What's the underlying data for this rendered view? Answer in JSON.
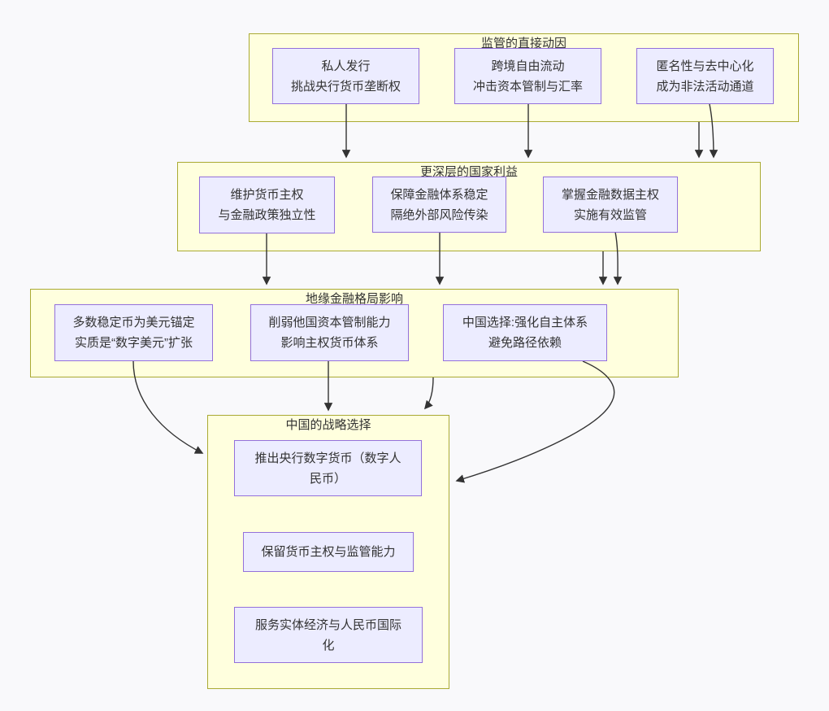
{
  "diagram": {
    "type": "flowchart-top-down",
    "colors": {
      "background": "#f9f9fb",
      "cluster_fill": "#ffffde",
      "cluster_border": "#aaaa33",
      "node_fill": "#ececff",
      "node_border": "#9370db",
      "edge": "#333333",
      "text": "#333333"
    },
    "groups": [
      {
        "id": "g1",
        "title": "监管的直接动因"
      },
      {
        "id": "g2",
        "title": "更深层的国家利益"
      },
      {
        "id": "g3",
        "title": "地缘金融格局影响"
      },
      {
        "id": "g4",
        "title": "中国的战略选择"
      }
    ],
    "nodes": [
      {
        "id": "a1",
        "group": "g1",
        "lines": [
          "私人发行",
          "挑战央行货币垄断权"
        ]
      },
      {
        "id": "a2",
        "group": "g1",
        "lines": [
          "跨境自由流动",
          "冲击资本管制与汇率"
        ]
      },
      {
        "id": "a3",
        "group": "g1",
        "lines": [
          "匿名性与去中心化",
          "成为非法活动通道"
        ]
      },
      {
        "id": "b1",
        "group": "g2",
        "lines": [
          "维护货币主权",
          "与金融政策独立性"
        ]
      },
      {
        "id": "b2",
        "group": "g2",
        "lines": [
          "保障金融体系稳定",
          "隔绝外部风险传染"
        ]
      },
      {
        "id": "b3",
        "group": "g2",
        "lines": [
          "掌握金融数据主权",
          "实施有效监管"
        ]
      },
      {
        "id": "c1",
        "group": "g3",
        "lines": [
          "多数稳定币为美元锚定",
          "实质是“数字美元”扩张"
        ]
      },
      {
        "id": "c2",
        "group": "g3",
        "lines": [
          "削弱他国资本管制能力",
          "影响主权货币体系"
        ]
      },
      {
        "id": "c3",
        "group": "g3",
        "lines": [
          "中国选择:强化自主体系",
          "避免路径依赖"
        ]
      },
      {
        "id": "d1",
        "group": "g4",
        "lines": [
          "推出央行数字货币（数字人",
          "民币）"
        ]
      },
      {
        "id": "d2",
        "group": "g4",
        "lines": [
          "保留货币主权与监管能力"
        ]
      },
      {
        "id": "d3",
        "group": "g4",
        "lines": [
          "服务实体经济与人民币国际",
          "化"
        ]
      }
    ],
    "edges": [
      {
        "from": "私人发行 挑战央行货币垄断权",
        "to": "更深层的国家利益"
      },
      {
        "from": "跨境自由流动 冲击资本管制与汇率",
        "to": "更深层的国家利益"
      },
      {
        "from": "监管的直接动因",
        "to": "更深层的国家利益"
      },
      {
        "from": "匿名性与去中心化 成为非法活动通道",
        "to": "更深层的国家利益"
      },
      {
        "from": "维护货币主权 与金融政策独立性",
        "to": "地缘金融格局影响"
      },
      {
        "from": "保障金融体系稳定 隔绝外部风险传染",
        "to": "地缘金融格局影响"
      },
      {
        "from": "更深层的国家利益",
        "to": "地缘金融格局影响"
      },
      {
        "from": "掌握金融数据主权 实施有效监管",
        "to": "地缘金融格局影响"
      },
      {
        "from": "多数稳定币为美元锚定 实质是“数字美元”扩张",
        "to": "中国的战略选择"
      },
      {
        "from": "削弱他国资本管制能力 影响主权货币体系",
        "to": "中国的战略选择"
      },
      {
        "from": "地缘金融格局影响",
        "to": "中国的战略选择"
      },
      {
        "from": "中国选择:强化自主体系 避免路径依赖",
        "to": "中国的战略选择"
      }
    ]
  }
}
